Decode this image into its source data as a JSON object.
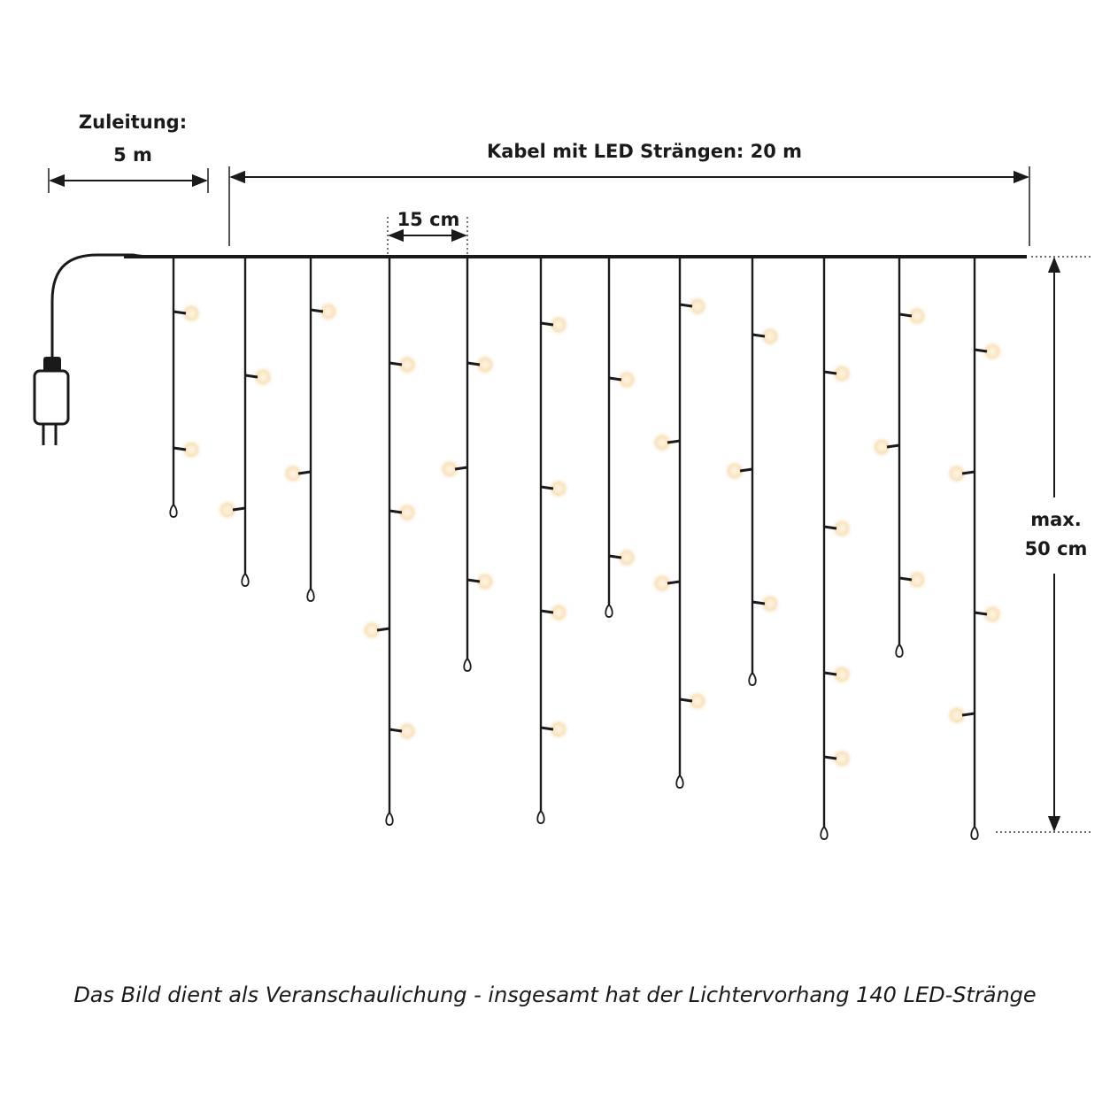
{
  "labels": {
    "lead_title": "Zuleitung:",
    "lead_length": "5 m",
    "cable_length": "Kabel mit LED Strängen: 20 m",
    "spacing": "15 cm",
    "max_label": "max.",
    "max_value": "50 cm"
  },
  "caption": "Das Bild dient als Veranschaulichung - insgesamt hat der Lichtervorhang 140 LED-Stränge",
  "colors": {
    "wire": "#1a1a1a",
    "led_glow": "#f7d9a8",
    "led_core": "#fff6e6",
    "text": "#1a1a1a"
  },
  "strands": [
    {
      "leds": 2
    },
    {
      "leds": 2
    },
    {
      "leds": 2
    },
    {
      "leds": 4
    },
    {
      "leds": 3
    },
    {
      "leds": 4
    },
    {
      "leds": 2
    },
    {
      "leds": 4
    },
    {
      "leds": 3
    },
    {
      "leds": 4
    },
    {
      "leds": 3
    },
    {
      "leds": 4
    }
  ]
}
